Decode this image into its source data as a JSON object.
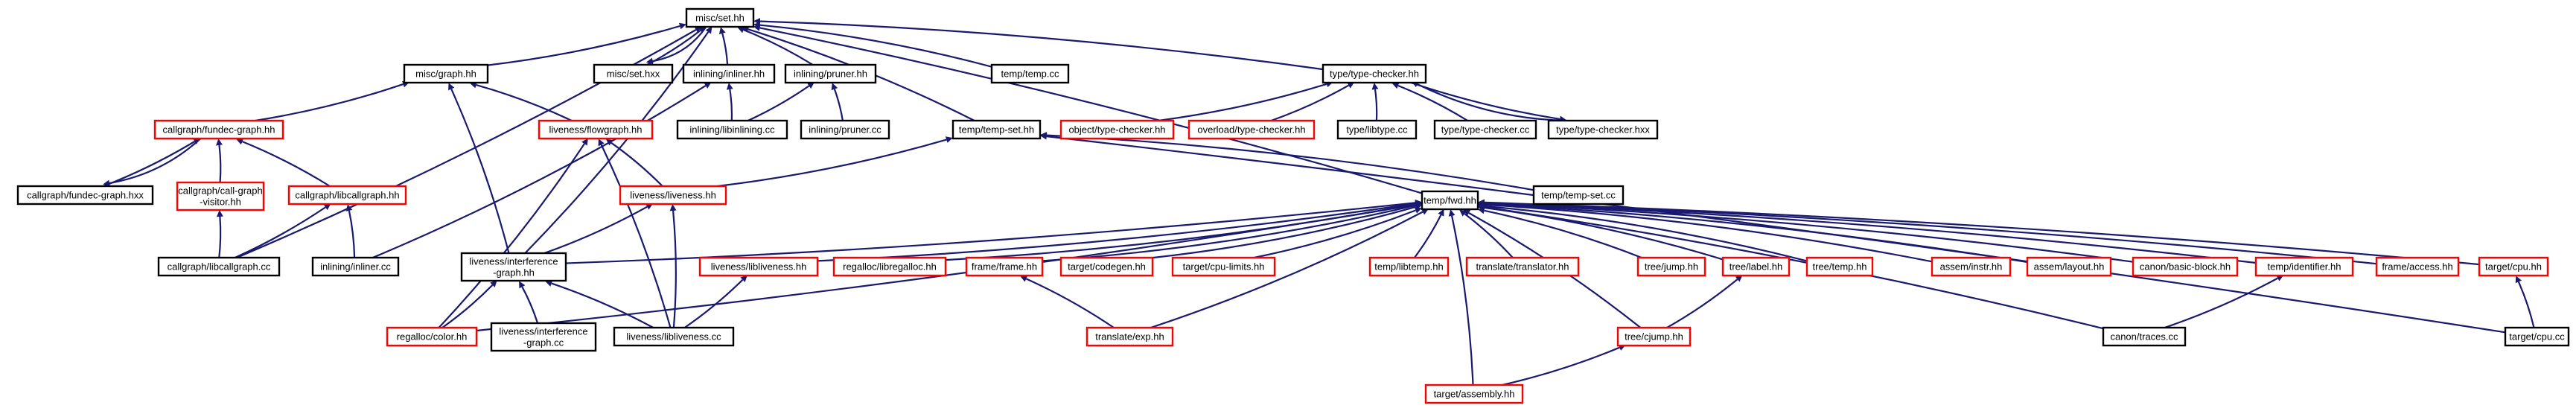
{
  "colors": {
    "root_fill": "#bfbfbf",
    "border_black": "#000000",
    "border_red": "#ff0000",
    "edge": "#191970",
    "text": "#000000"
  },
  "nodes": [
    {
      "id": "misc_set_hh",
      "lines": [
        "misc/set.hh"
      ],
      "style": "root"
    },
    {
      "id": "misc_graph_hh",
      "lines": [
        "misc/graph.hh"
      ],
      "style": "black"
    },
    {
      "id": "misc_set_hxx",
      "lines": [
        "misc/set.hxx"
      ],
      "style": "black"
    },
    {
      "id": "inlining_inliner_hh",
      "lines": [
        "inlining/inliner.hh"
      ],
      "style": "black"
    },
    {
      "id": "inlining_pruner_hh",
      "lines": [
        "inlining/pruner.hh"
      ],
      "style": "black"
    },
    {
      "id": "temp_temp_cc",
      "lines": [
        "temp/temp.cc"
      ],
      "style": "black"
    },
    {
      "id": "type_type_checker_hh",
      "lines": [
        "type/type-checker.hh"
      ],
      "style": "black"
    },
    {
      "id": "callgraph_fundec_graph_hh",
      "lines": [
        "callgraph/fundec-graph.hh"
      ],
      "style": "red"
    },
    {
      "id": "liveness_flowgraph_hh",
      "lines": [
        "liveness/flowgraph.hh"
      ],
      "style": "red"
    },
    {
      "id": "inlining_libinlining_cc",
      "lines": [
        "inlining/libinlining.cc"
      ],
      "style": "black"
    },
    {
      "id": "inlining_pruner_cc",
      "lines": [
        "inlining/pruner.cc"
      ],
      "style": "black"
    },
    {
      "id": "temp_temp_set_hh",
      "lines": [
        "temp/temp-set.hh"
      ],
      "style": "black"
    },
    {
      "id": "object_type_checker_hh",
      "lines": [
        "object/type-checker.hh"
      ],
      "style": "red"
    },
    {
      "id": "overload_type_checker_hh",
      "lines": [
        "overload/type-checker.hh"
      ],
      "style": "red"
    },
    {
      "id": "type_libtype_cc",
      "lines": [
        "type/libtype.cc"
      ],
      "style": "black"
    },
    {
      "id": "type_type_checker_cc",
      "lines": [
        "type/type-checker.cc"
      ],
      "style": "black"
    },
    {
      "id": "type_type_checker_hxx",
      "lines": [
        "type/type-checker.hxx"
      ],
      "style": "black"
    },
    {
      "id": "callgraph_fundec_graph_hxx",
      "lines": [
        "callgraph/fundec-graph.hxx"
      ],
      "style": "black"
    },
    {
      "id": "callgraph_call_graph_visitor_hh",
      "lines": [
        "callgraph/call-graph",
        "-visitor.hh"
      ],
      "style": "red"
    },
    {
      "id": "callgraph_libcallgraph_hh",
      "lines": [
        "callgraph/libcallgraph.hh"
      ],
      "style": "red"
    },
    {
      "id": "liveness_liveness_hh",
      "lines": [
        "liveness/liveness.hh"
      ],
      "style": "red"
    },
    {
      "id": "temp_fwd_hh",
      "lines": [
        "temp/fwd.hh"
      ],
      "style": "black"
    },
    {
      "id": "temp_temp_set_cc",
      "lines": [
        "temp/temp-set.cc"
      ],
      "style": "black"
    },
    {
      "id": "callgraph_libcallgraph_cc",
      "lines": [
        "callgraph/libcallgraph.cc"
      ],
      "style": "black"
    },
    {
      "id": "inlining_inliner_cc",
      "lines": [
        "inlining/inliner.cc"
      ],
      "style": "black"
    },
    {
      "id": "liveness_interference_graph_hh",
      "lines": [
        "liveness/interference",
        "-graph.hh"
      ],
      "style": "black"
    },
    {
      "id": "liveness_libliveness_hh",
      "lines": [
        "liveness/libliveness.hh"
      ],
      "style": "red"
    },
    {
      "id": "regalloc_libregalloc_hh",
      "lines": [
        "regalloc/libregalloc.hh"
      ],
      "style": "red"
    },
    {
      "id": "frame_frame_hh",
      "lines": [
        "frame/frame.hh"
      ],
      "style": "red"
    },
    {
      "id": "target_codegen_hh",
      "lines": [
        "target/codegen.hh"
      ],
      "style": "red"
    },
    {
      "id": "target_cpu_limits_hh",
      "lines": [
        "target/cpu-limits.hh"
      ],
      "style": "red"
    },
    {
      "id": "temp_libtemp_hh",
      "lines": [
        "temp/libtemp.hh"
      ],
      "style": "red"
    },
    {
      "id": "translate_translator_hh",
      "lines": [
        "translate/translator.hh"
      ],
      "style": "red"
    },
    {
      "id": "tree_jump_hh",
      "lines": [
        "tree/jump.hh"
      ],
      "style": "red"
    },
    {
      "id": "tree_label_hh",
      "lines": [
        "tree/label.hh"
      ],
      "style": "red"
    },
    {
      "id": "tree_temp_hh",
      "lines": [
        "tree/temp.hh"
      ],
      "style": "red"
    },
    {
      "id": "assem_instr_hh",
      "lines": [
        "assem/instr.hh"
      ],
      "style": "red"
    },
    {
      "id": "assem_layout_hh",
      "lines": [
        "assem/layout.hh"
      ],
      "style": "red"
    },
    {
      "id": "canon_basic_block_hh",
      "lines": [
        "canon/basic-block.hh"
      ],
      "style": "red"
    },
    {
      "id": "temp_identifier_hh",
      "lines": [
        "temp/identifier.hh"
      ],
      "style": "red"
    },
    {
      "id": "frame_access_hh",
      "lines": [
        "frame/access.hh"
      ],
      "style": "red"
    },
    {
      "id": "target_cpu_hh",
      "lines": [
        "target/cpu.hh"
      ],
      "style": "red"
    },
    {
      "id": "regalloc_color_hh",
      "lines": [
        "regalloc/color.hh"
      ],
      "style": "red"
    },
    {
      "id": "liveness_interference_graph_cc",
      "lines": [
        "liveness/interference",
        "-graph.cc"
      ],
      "style": "black"
    },
    {
      "id": "liveness_libliveness_cc",
      "lines": [
        "liveness/libliveness.cc"
      ],
      "style": "black"
    },
    {
      "id": "translate_exp_hh",
      "lines": [
        "translate/exp.hh"
      ],
      "style": "red"
    },
    {
      "id": "tree_cjump_hh",
      "lines": [
        "tree/cjump.hh"
      ],
      "style": "red"
    },
    {
      "id": "canon_traces_cc",
      "lines": [
        "canon/traces.cc"
      ],
      "style": "black"
    },
    {
      "id": "target_cpu_cc",
      "lines": [
        "target/cpu.cc"
      ],
      "style": "black"
    },
    {
      "id": "target_assembly_hh",
      "lines": [
        "target/assembly.hh"
      ],
      "style": "red"
    }
  ],
  "edges": [
    [
      "misc_set_hh",
      "misc_graph_hh"
    ],
    [
      "misc_set_hh",
      "misc_set_hxx"
    ],
    [
      "misc_set_hh",
      "inlining_inliner_hh"
    ],
    [
      "misc_set_hh",
      "inlining_pruner_hh"
    ],
    [
      "misc_set_hh",
      "temp_temp_cc"
    ],
    [
      "misc_set_hh",
      "temp_temp_set_hh"
    ],
    [
      "misc_set_hh",
      "type_type_checker_hh"
    ],
    [
      "misc_set_hh",
      "liveness_interference_graph_hh"
    ],
    [
      "misc_set_hh",
      "callgraph_libcallgraph_cc"
    ],
    [
      "misc_set_hh",
      "temp_fwd_hh"
    ],
    [
      "misc_set_hxx",
      "misc_set_hh"
    ],
    [
      "type_type_checker_hxx",
      "type_type_checker_hh"
    ],
    [
      "misc_graph_hh",
      "callgraph_fundec_graph_hh"
    ],
    [
      "misc_graph_hh",
      "liveness_flowgraph_hh"
    ],
    [
      "misc_graph_hh",
      "liveness_interference_graph_hh"
    ],
    [
      "inlining_inliner_hh",
      "inlining_libinlining_cc"
    ],
    [
      "inlining_inliner_hh",
      "inlining_inliner_cc"
    ],
    [
      "inlining_pruner_hh",
      "inlining_libinlining_cc"
    ],
    [
      "inlining_pruner_hh",
      "inlining_pruner_cc"
    ],
    [
      "type_type_checker_hh",
      "object_type_checker_hh"
    ],
    [
      "type_type_checker_hh",
      "overload_type_checker_hh"
    ],
    [
      "type_type_checker_hh",
      "type_libtype_cc"
    ],
    [
      "type_type_checker_hh",
      "type_type_checker_cc"
    ],
    [
      "type_type_checker_hh",
      "type_type_checker_hxx"
    ],
    [
      "callgraph_fundec_graph_hh",
      "callgraph_fundec_graph_hxx"
    ],
    [
      "callgraph_fundec_graph_hxx",
      "callgraph_fundec_graph_hh"
    ],
    [
      "callgraph_fundec_graph_hh",
      "callgraph_call_graph_visitor_hh"
    ],
    [
      "callgraph_fundec_graph_hh",
      "callgraph_libcallgraph_hh"
    ],
    [
      "callgraph_call_graph_visitor_hh",
      "callgraph_libcallgraph_cc"
    ],
    [
      "callgraph_libcallgraph_hh",
      "callgraph_libcallgraph_cc"
    ],
    [
      "callgraph_libcallgraph_hh",
      "inlining_inliner_cc"
    ],
    [
      "liveness_flowgraph_hh",
      "liveness_liveness_hh"
    ],
    [
      "liveness_flowgraph_hh",
      "regalloc_color_hh"
    ],
    [
      "liveness_flowgraph_hh",
      "liveness_libliveness_cc"
    ],
    [
      "temp_temp_set_hh",
      "liveness_liveness_hh"
    ],
    [
      "temp_temp_set_hh",
      "temp_temp_set_cc"
    ],
    [
      "temp_temp_set_hh",
      "target_cpu_cc"
    ],
    [
      "liveness_liveness_hh",
      "liveness_interference_graph_hh"
    ],
    [
      "liveness_liveness_hh",
      "liveness_libliveness_cc"
    ],
    [
      "liveness_interference_graph_hh",
      "regalloc_color_hh"
    ],
    [
      "liveness_interference_graph_hh",
      "liveness_interference_graph_cc"
    ],
    [
      "liveness_interference_graph_hh",
      "liveness_libliveness_cc"
    ],
    [
      "liveness_libliveness_hh",
      "liveness_libliveness_cc"
    ],
    [
      "temp_fwd_hh",
      "liveness_interference_graph_hh"
    ],
    [
      "temp_fwd_hh",
      "liveness_libliveness_hh"
    ],
    [
      "temp_fwd_hh",
      "regalloc_libregalloc_hh"
    ],
    [
      "temp_fwd_hh",
      "frame_frame_hh"
    ],
    [
      "temp_fwd_hh",
      "target_codegen_hh"
    ],
    [
      "temp_fwd_hh",
      "target_cpu_limits_hh"
    ],
    [
      "temp_fwd_hh",
      "temp_libtemp_hh"
    ],
    [
      "temp_fwd_hh",
      "translate_translator_hh"
    ],
    [
      "temp_fwd_hh",
      "tree_jump_hh"
    ],
    [
      "temp_fwd_hh",
      "tree_label_hh"
    ],
    [
      "temp_fwd_hh",
      "tree_temp_hh"
    ],
    [
      "temp_fwd_hh",
      "assem_instr_hh"
    ],
    [
      "temp_fwd_hh",
      "assem_layout_hh"
    ],
    [
      "temp_fwd_hh",
      "canon_basic_block_hh"
    ],
    [
      "temp_fwd_hh",
      "temp_identifier_hh"
    ],
    [
      "temp_fwd_hh",
      "frame_access_hh"
    ],
    [
      "temp_fwd_hh",
      "target_cpu_hh"
    ],
    [
      "temp_fwd_hh",
      "regalloc_color_hh"
    ],
    [
      "temp_fwd_hh",
      "translate_exp_hh"
    ],
    [
      "temp_fwd_hh",
      "tree_cjump_hh"
    ],
    [
      "temp_fwd_hh",
      "canon_traces_cc"
    ],
    [
      "temp_fwd_hh",
      "target_assembly_hh"
    ],
    [
      "frame_frame_hh",
      "translate_exp_hh"
    ],
    [
      "tree_label_hh",
      "tree_cjump_hh"
    ],
    [
      "tree_cjump_hh",
      "target_assembly_hh"
    ],
    [
      "temp_identifier_hh",
      "canon_traces_cc"
    ],
    [
      "target_cpu_hh",
      "target_cpu_cc"
    ]
  ]
}
